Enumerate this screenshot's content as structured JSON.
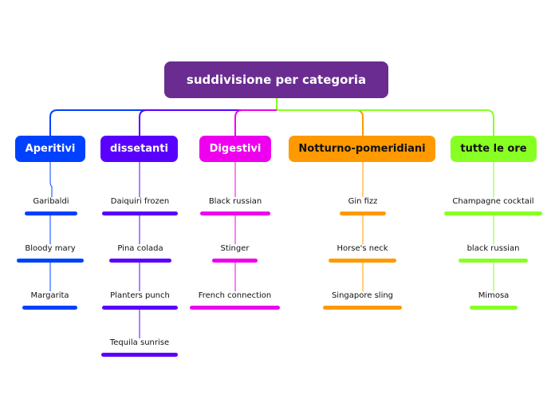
{
  "root": {
    "label": "suddivisione per categoria",
    "color": "#6a2c91"
  },
  "categories": [
    {
      "label": "Aperitivi",
      "color": "#0041ff",
      "text_color": "#ffffff",
      "items": [
        "Garibaldi",
        "Bloody mary",
        "Margarita"
      ]
    },
    {
      "label": "dissetanti",
      "color": "#5a00ff",
      "text_color": "#ffffff",
      "items": [
        "Daiquiri frozen",
        "Pina colada",
        "Planters punch",
        "Tequila sunrise"
      ]
    },
    {
      "label": "Digestivi",
      "color": "#ee00ee",
      "text_color": "#ffffff",
      "items": [
        "Black russian",
        "Stinger",
        "French connection"
      ]
    },
    {
      "label": "Notturno-pomeridiani",
      "color": "#ff9900",
      "text_color": "#111111",
      "items": [
        "Gin fizz",
        "Horse's neck",
        "Singapore sling"
      ]
    },
    {
      "label": "tutte le ore",
      "color": "#88ff22",
      "text_color": "#111111",
      "items": [
        "Champagne cocktail",
        "black russian",
        "Mimosa"
      ]
    }
  ]
}
